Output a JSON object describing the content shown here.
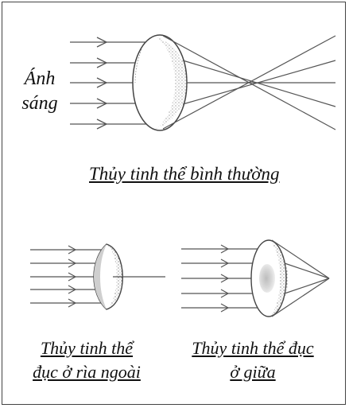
{
  "labels": {
    "light_line1": "Ánh",
    "light_line2": "sáng",
    "normal_lens": "Thủy tinh thể bình thường",
    "edge_opacity_line1": "Thủy tinh thể",
    "edge_opacity_line2": "đục ở rìa ngoài",
    "center_opacity_line1": "Thủy tinh thể đục",
    "center_opacity_line2": "ở giữa"
  }
}
